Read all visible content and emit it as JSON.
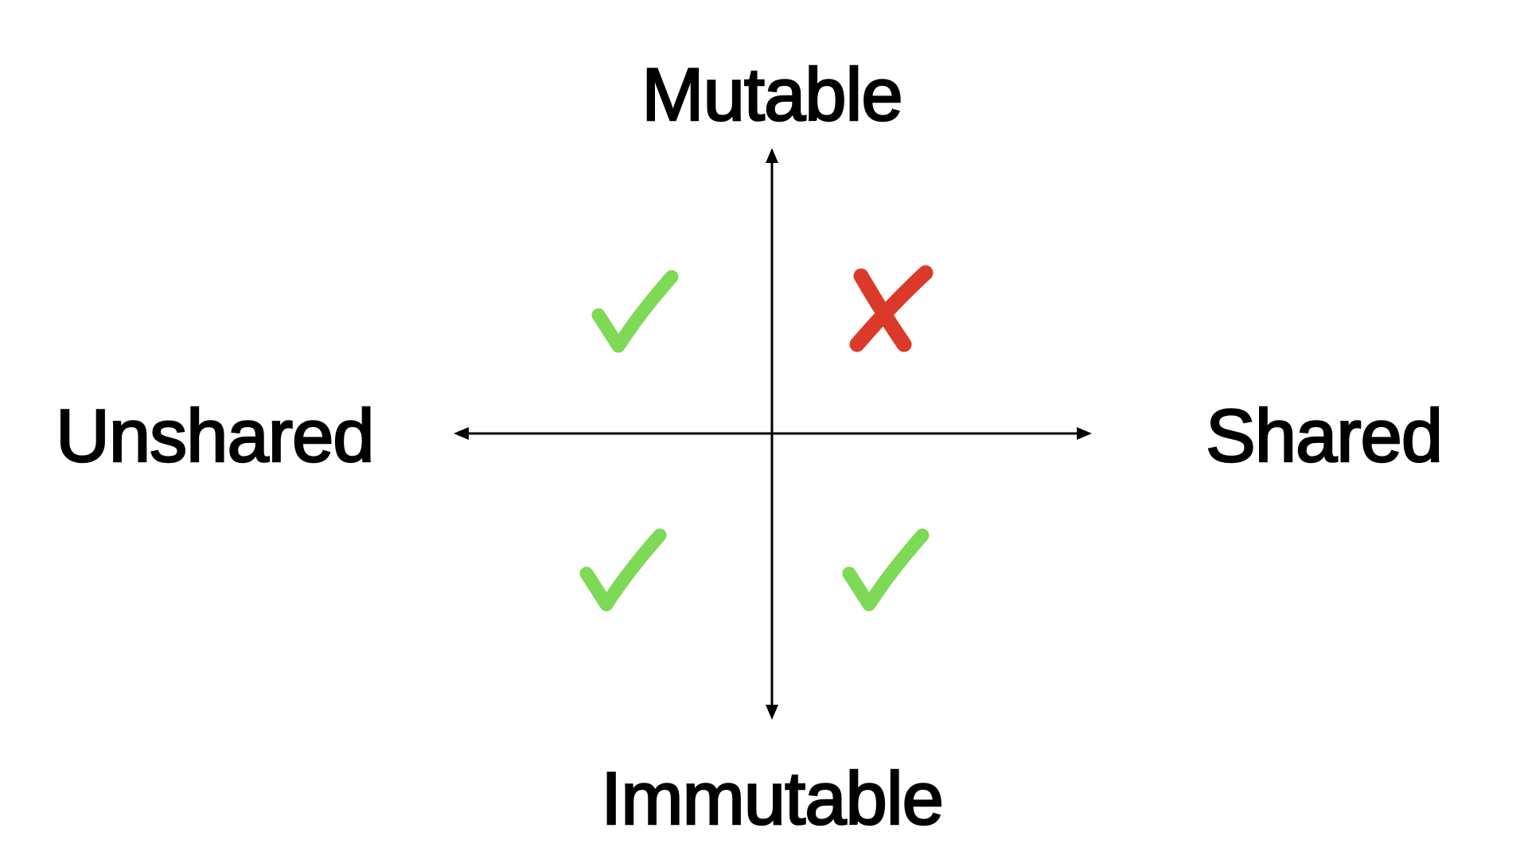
{
  "axes": {
    "top_label": "Mutable",
    "bottom_label": "Immutable",
    "left_label": "Unshared",
    "right_label": "Shared"
  },
  "quadrants": {
    "mutable_unshared": "check-icon",
    "mutable_shared": "cross-icon",
    "immutable_unshared": "check-icon",
    "immutable_shared": "check-icon"
  },
  "colors": {
    "axis": "#000000",
    "check": "#7ed957",
    "cross": "#db3a2a",
    "background": "#ffffff"
  }
}
